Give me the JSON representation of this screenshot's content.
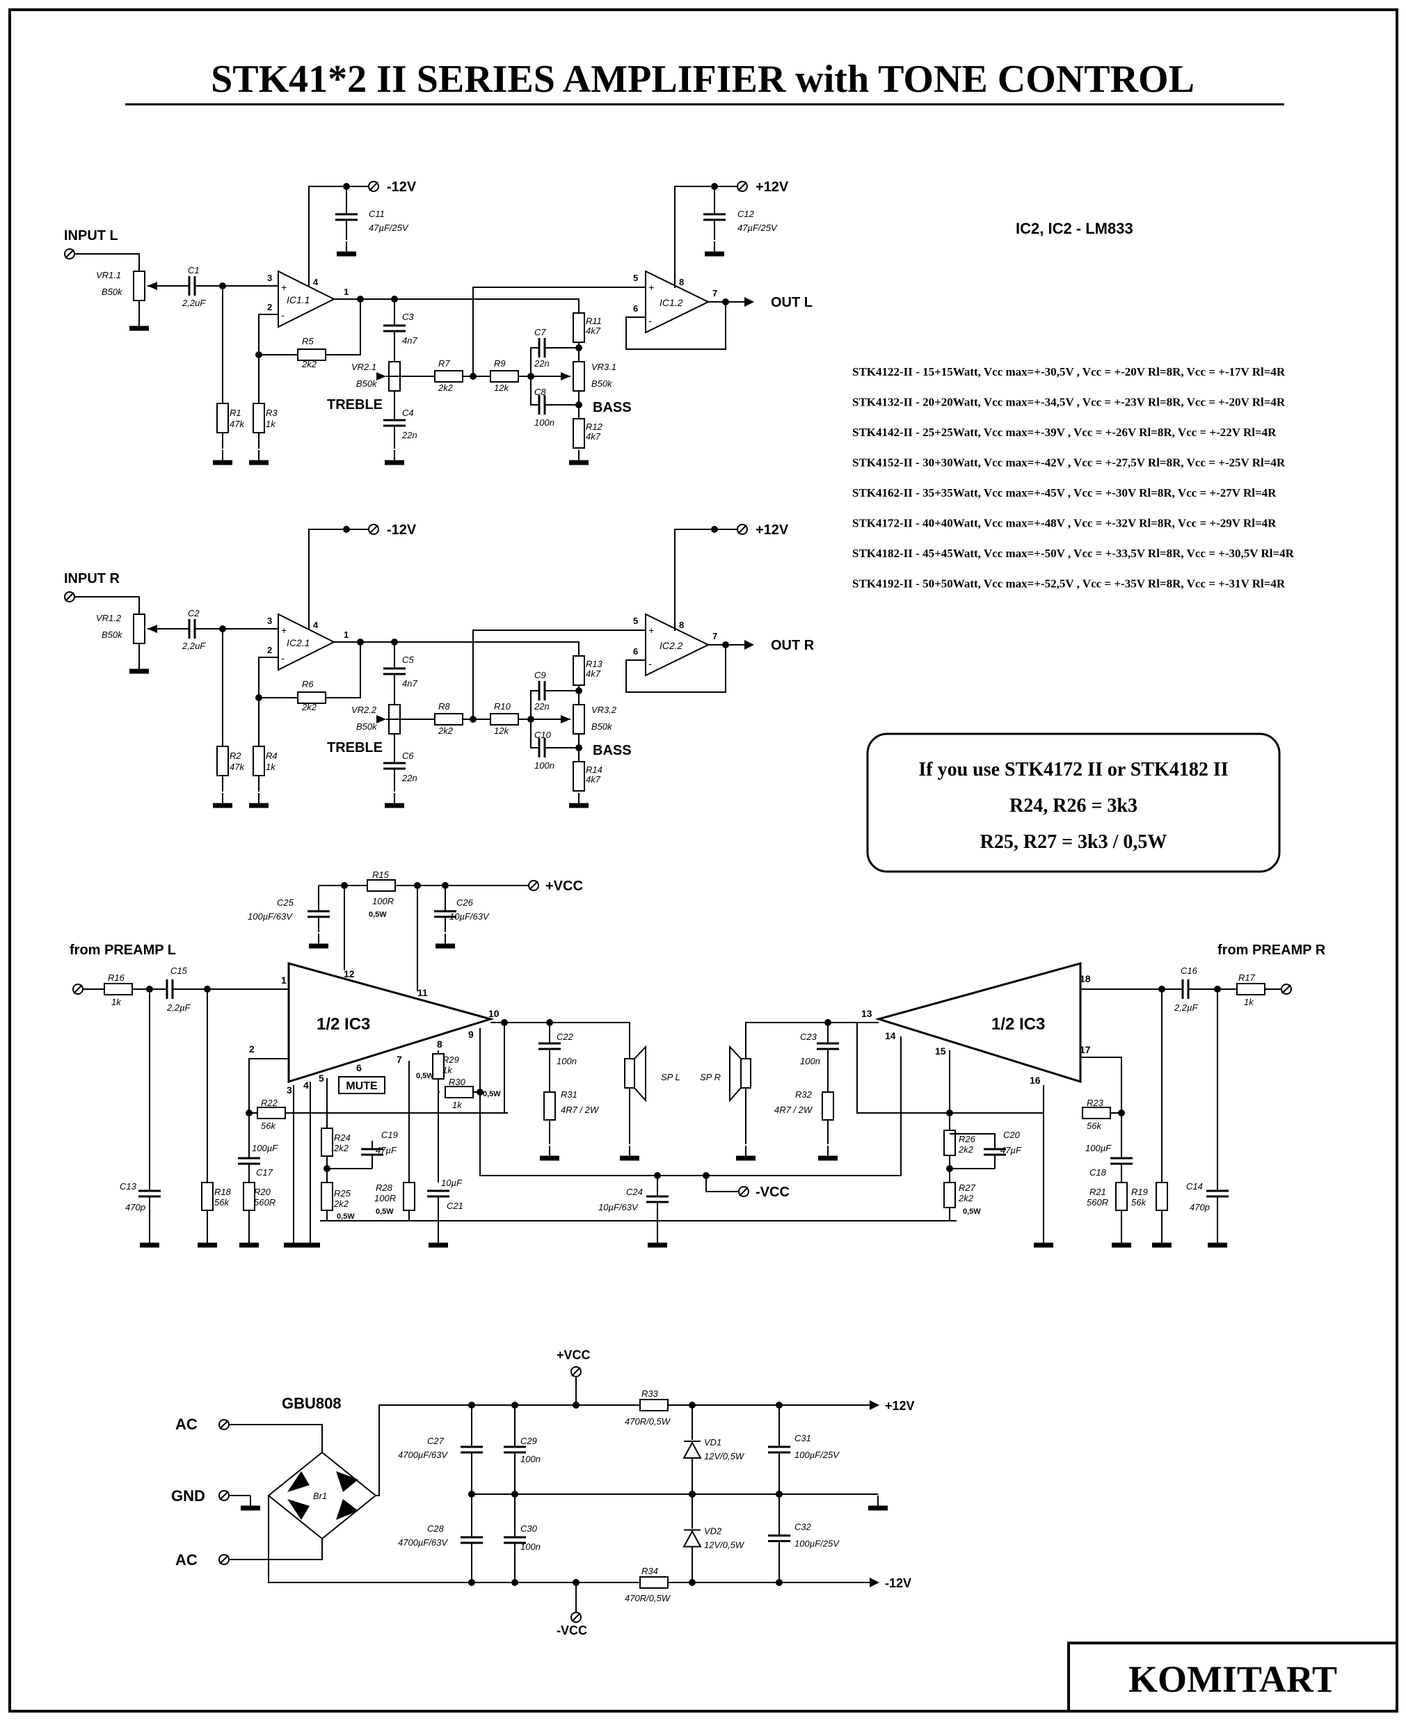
{
  "title": "STK41*2 II  SERIES AMPLIFIER  with TONE  CONTROL",
  "brand": "KOMITART",
  "ic_note": "IC2, IC2 - LM833",
  "spec_table": [
    "STK4122-II  -  15+15Watt, Vcc max=+-30,5V , Vcc = +-20V Rl=8R, Vcc = +-17V Rl=4R",
    "STK4132-II  -  20+20Watt, Vcc max=+-34,5V , Vcc = +-23V Rl=8R, Vcc = +-20V Rl=4R",
    "STK4142-II  -  25+25Watt, Vcc max=+-39V , Vcc = +-26V Rl=8R, Vcc = +-22V Rl=4R",
    "STK4152-II  -  30+30Watt, Vcc max=+-42V , Vcc = +-27,5V Rl=8R, Vcc = +-25V Rl=4R",
    "STK4162-II  -  35+35Watt, Vcc max=+-45V , Vcc = +-30V Rl=8R, Vcc = +-27V Rl=4R",
    "STK4172-II  -  40+40Watt, Vcc max=+-48V , Vcc = +-32V Rl=8R, Vcc = +-29V Rl=4R",
    "STK4182-II  -  45+45Watt, Vcc max=+-50V , Vcc = +-33,5V Rl=8R, Vcc = +-30,5V Rl=4R",
    "STK4192-II  -  50+50Watt, Vcc max=+-52,5V , Vcc = +-35V Rl=8R, Vcc = +-31V Rl=4R"
  ],
  "note_box": [
    "If you use STK4172 II  or  STK4182 II",
    "R24, R26 = 3k3",
    "R25, R27 = 3k3 / 0,5W"
  ],
  "tone_stages": [
    {
      "input": "INPUT L",
      "output": "OUT L",
      "vr_in": [
        "VR1.1",
        "B50k"
      ],
      "c_in": [
        "C1",
        "2,2uF"
      ],
      "r_gnd": [
        "R1",
        "47k"
      ],
      "r_fb_gnd": [
        "R3",
        "1k"
      ],
      "r_fb": [
        "R5",
        "2k2"
      ],
      "op1": "IC1.1",
      "op2": "IC1.2",
      "c_treble_top": [
        "C3",
        "4n7"
      ],
      "c_treble_bot": [
        "C4",
        "22n"
      ],
      "vr_treble": [
        "VR2.1",
        "B50k"
      ],
      "treble": "TREBLE",
      "r_a": [
        "R7",
        "2k2"
      ],
      "r_b": [
        "R9",
        "12k"
      ],
      "c_bass_top": [
        "C7",
        "22n"
      ],
      "c_bass_bot": [
        "C8",
        "100n"
      ],
      "r_bass_top": [
        "R11",
        "4k7"
      ],
      "r_bass_bot": [
        "R12",
        "4k7"
      ],
      "vr_bass": [
        "VR3.1",
        "B50k"
      ],
      "bass": "BASS",
      "neg_rail": "-12V",
      "pos_rail": "+12V",
      "c_neg": [
        "C11",
        "47µF/25V"
      ],
      "c_pos": [
        "C12",
        "47µF/25V"
      ]
    },
    {
      "input": "INPUT R",
      "output": "OUT R",
      "vr_in": [
        "VR1.2",
        "B50k"
      ],
      "c_in": [
        "C2",
        "2,2uF"
      ],
      "r_gnd": [
        "R2",
        "47k"
      ],
      "r_fb_gnd": [
        "R4",
        "1k"
      ],
      "r_fb": [
        "R6",
        "2k2"
      ],
      "op1": "IC2.1",
      "op2": "IC2.2",
      "c_treble_top": [
        "C5",
        "4n7"
      ],
      "c_treble_bot": [
        "C6",
        "22n"
      ],
      "vr_treble": [
        "VR2.2",
        "B50k"
      ],
      "treble": "TREBLE",
      "r_a": [
        "R8",
        "2k2"
      ],
      "r_b": [
        "R10",
        "12k"
      ],
      "c_bass_top": [
        "C9",
        "22n"
      ],
      "c_bass_bot": [
        "C10",
        "100n"
      ],
      "r_bass_top": [
        "R13",
        "4k7"
      ],
      "r_bass_bot": [
        "R14",
        "4k7"
      ],
      "vr_bass": [
        "VR3.2",
        "B50k"
      ],
      "bass": "BASS",
      "neg_rail": "-12V",
      "pos_rail": "+12V"
    }
  ],
  "pins": {
    "p1": "1",
    "p2": "2",
    "p3": "3",
    "p4": "4",
    "p5": "5",
    "p6": "6",
    "p7": "7",
    "p8": "8",
    "plus": "+",
    "minus": "-"
  },
  "power_amp": {
    "ic": "1/2  IC3",
    "pins": [
      "1",
      "2",
      "3",
      "4",
      "5",
      "6",
      "7",
      "8",
      "9",
      "10",
      "11",
      "12",
      "13",
      "14",
      "15",
      "16",
      "17",
      "18"
    ],
    "mute": "MUTE",
    "from_l": "from PREAMP L",
    "from_r": "from PREAMP R",
    "vcc_pos": "+VCC",
    "vcc_neg": "-VCC",
    "r15": [
      "R15",
      "100R",
      "0,5W"
    ],
    "c25": [
      "C25",
      "100µF/63V"
    ],
    "c26": [
      "C26",
      "10µF/63V"
    ],
    "r16": [
      "R16",
      "1k"
    ],
    "c15": [
      "C15",
      "2,2µF"
    ],
    "r17": [
      "R17",
      "1k"
    ],
    "c16": [
      "C16",
      "2,2µF"
    ],
    "c13": [
      "C13",
      "470p"
    ],
    "c14": [
      "C14",
      "470p"
    ],
    "r18": [
      "R18",
      "56k"
    ],
    "r19": [
      "R19",
      "56k"
    ],
    "r20": [
      "R20",
      "560R"
    ],
    "r21": [
      "R21",
      "560R"
    ],
    "c17": [
      "100µF",
      "C17"
    ],
    "c18": [
      "100µF",
      "C18"
    ],
    "r22": [
      "R22",
      "56k"
    ],
    "r23": [
      "R23",
      "56k"
    ],
    "r24": [
      "R24",
      "2k2"
    ],
    "r25": [
      "R25",
      "2k2",
      "0,5W"
    ],
    "r26": [
      "R26",
      "2k2"
    ],
    "r27": [
      "R27",
      "2k2",
      "0,5W"
    ],
    "c19": [
      "C19",
      "47µF"
    ],
    "c20": [
      "C20",
      "47µF"
    ],
    "r28": [
      "R28",
      "100R",
      "0,5W"
    ],
    "c21": [
      "10µF",
      "C21"
    ],
    "r29": [
      "R29",
      "1k",
      "0,5W"
    ],
    "r30": [
      "R30",
      "1k",
      "0,5W"
    ],
    "c22": [
      "C22",
      "100n"
    ],
    "c23": [
      "C23",
      "100n"
    ],
    "r31": [
      "R31",
      "4R7 / 2W"
    ],
    "r32": [
      "R32",
      "4R7 / 2W"
    ],
    "c24": [
      "C24",
      "10µF/63V"
    ],
    "spl": "SP L",
    "spr": "SP R"
  },
  "psu": {
    "rectifier": "GBU808",
    "br": "Br1",
    "ac1": "AC",
    "gnd": "GND",
    "ac2": "AC",
    "vcc_pos": "+VCC",
    "vcc_neg": "-VCC",
    "c27": [
      "C27",
      "4700µF/63V"
    ],
    "c28": [
      "C28",
      "4700µF/63V"
    ],
    "c29": [
      "C29",
      "100n"
    ],
    "c30": [
      "C30",
      "100n"
    ],
    "r33": [
      "R33",
      "470R/0,5W"
    ],
    "r34": [
      "R34",
      "470R/0,5W"
    ],
    "vd1": [
      "VD1",
      "12V/0,5W"
    ],
    "vd2": [
      "VD2",
      "12V/0,5W"
    ],
    "c31": [
      "C31",
      "100µF/25V"
    ],
    "c32": [
      "C32",
      "100µF/25V"
    ],
    "out_pos": "+12V",
    "out_neg": "-12V"
  }
}
